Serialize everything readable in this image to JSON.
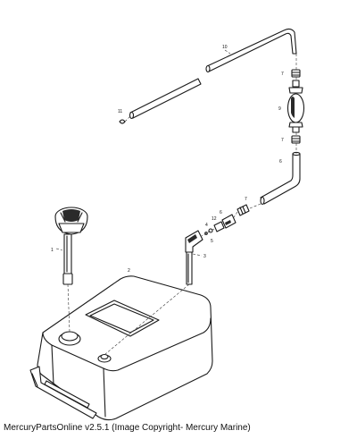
{
  "callouts": {
    "hose_long": "10",
    "fitting_upper": "7",
    "primer_bulb": "9",
    "fitting_lower": "7",
    "hose_right": "6",
    "clamp": "11",
    "fitting_connector": "7",
    "connector_a": "6",
    "connector_b": "12",
    "connector_c": "4",
    "connector_d": "5",
    "elbow": "3",
    "tank": "2",
    "gauge_pickup": "1"
  },
  "footer": {
    "text": "MercuryPartsOnline v2.5.1 (Image Copyright- Mercury Marine)"
  }
}
